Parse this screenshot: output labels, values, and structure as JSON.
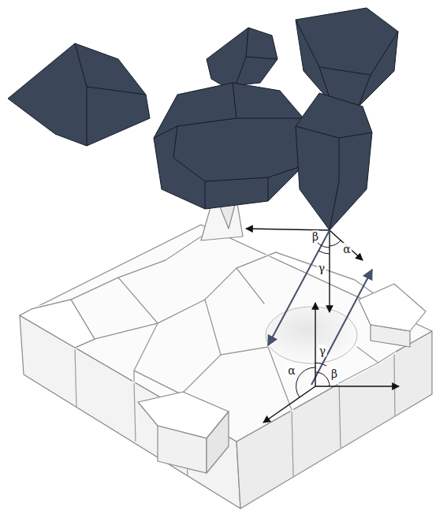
{
  "diagram": {
    "labels": [
      "β",
      "α",
      "γ",
      "γ",
      "α",
      "β"
    ]
  }
}
